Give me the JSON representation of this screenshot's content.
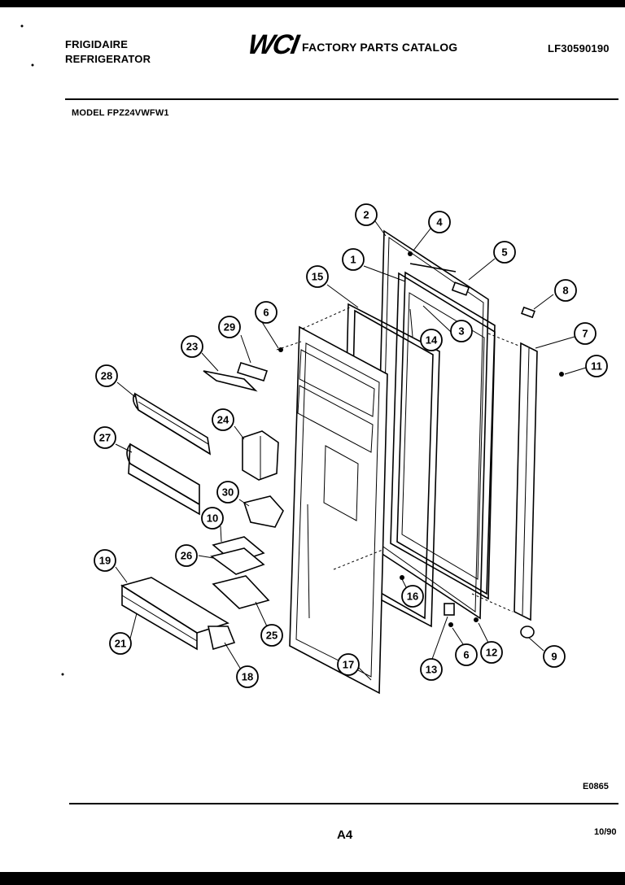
{
  "header": {
    "brand_line1": "FRIGIDAIRE",
    "brand_line2": "REFRIGERATOR",
    "logo_text": "WCI",
    "catalog_title": "FACTORY PARTS CATALOG",
    "publication_number": "LF30590190"
  },
  "model": "MODEL FPZ24VWFW1",
  "callouts": [
    "1",
    "2",
    "3",
    "4",
    "5",
    "6",
    "6",
    "6",
    "7",
    "8",
    "9",
    "10",
    "11",
    "12",
    "13",
    "14",
    "15",
    "16",
    "17",
    "18",
    "19",
    "21",
    "23",
    "24",
    "25",
    "26",
    "27",
    "28",
    "29",
    "30"
  ],
  "footer": {
    "drawing_code": "E0865",
    "page": "A4",
    "date": "10/90"
  }
}
